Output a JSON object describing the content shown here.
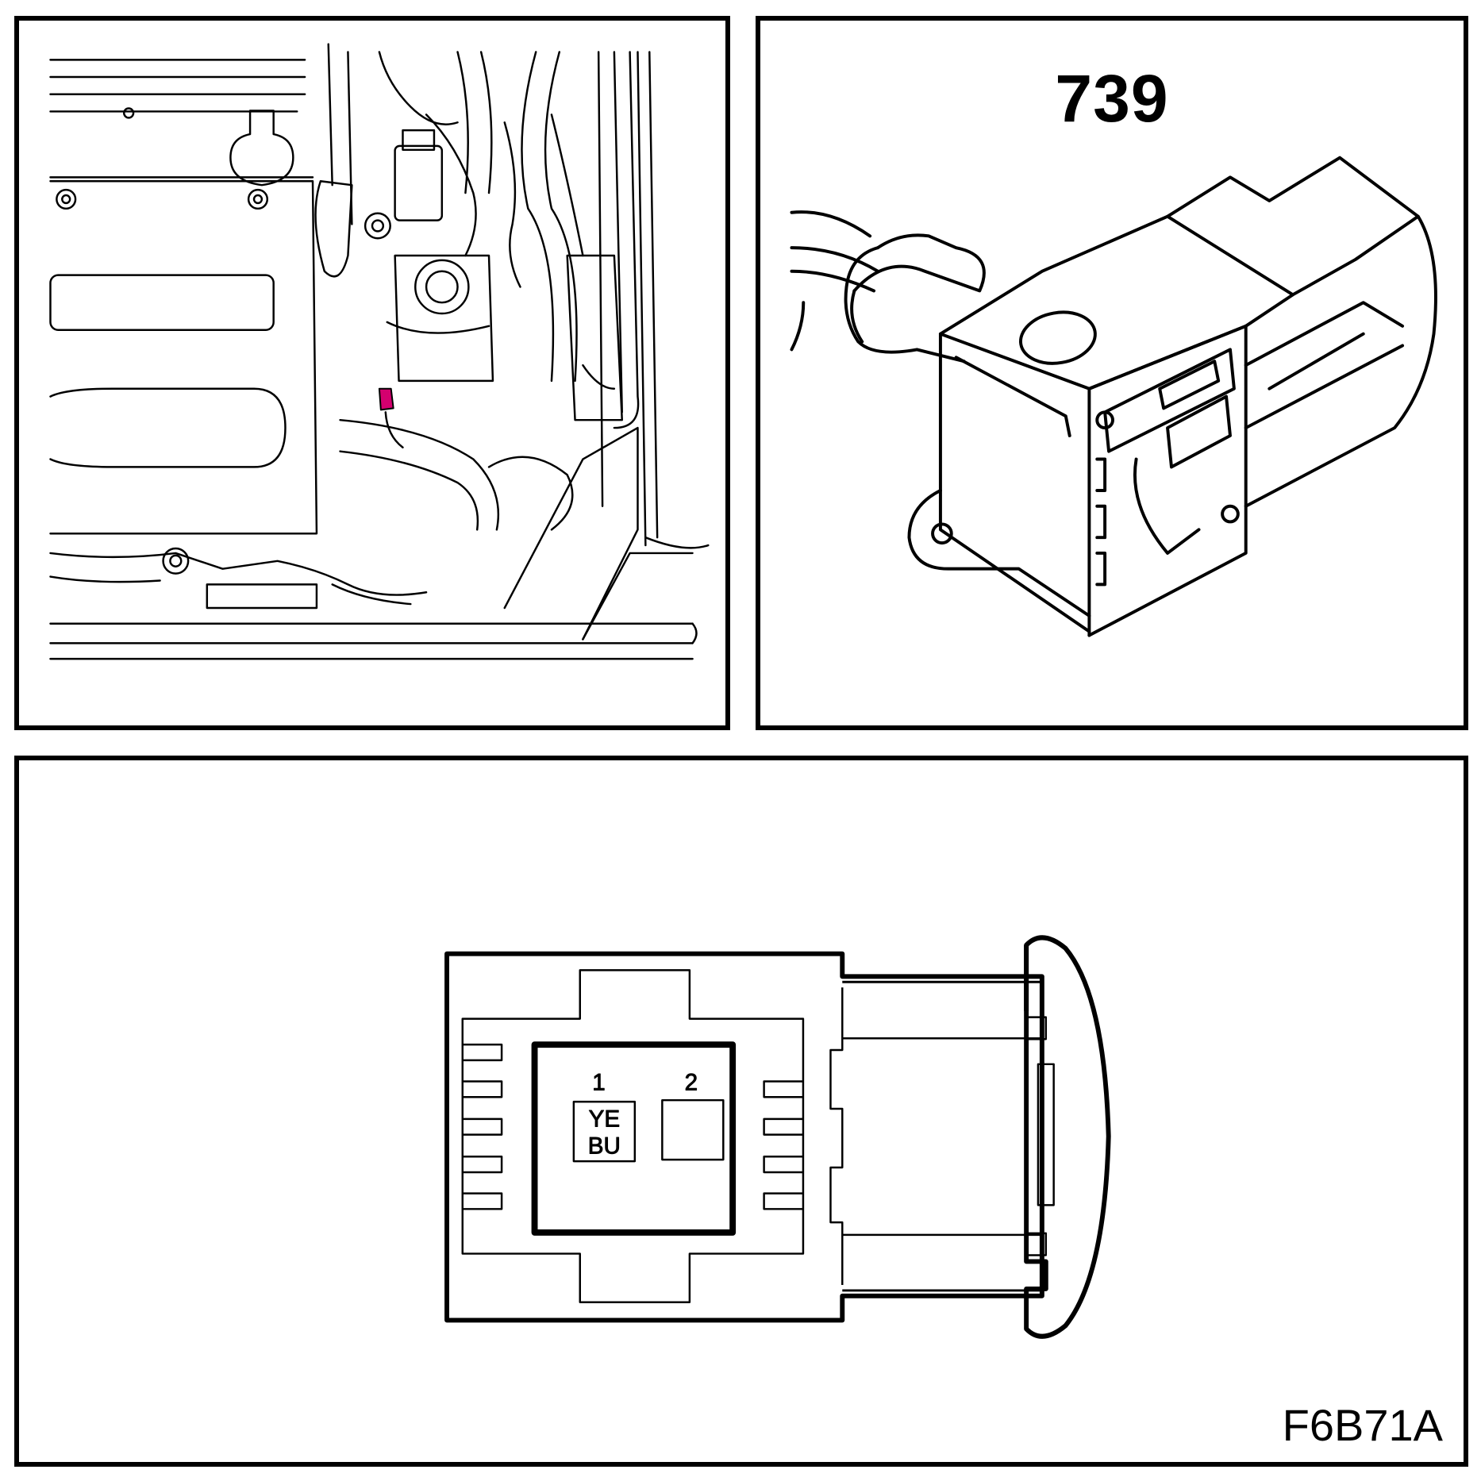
{
  "connector": {
    "number": "739",
    "pins": [
      {
        "label": "1",
        "wire_color": [
          "YE",
          "BU"
        ]
      },
      {
        "label": "2",
        "wire_color": []
      }
    ]
  },
  "figure_code": "F6B71A",
  "colors": {
    "line": "#000000",
    "background": "#ffffff",
    "location_marker": "#d4006f"
  }
}
